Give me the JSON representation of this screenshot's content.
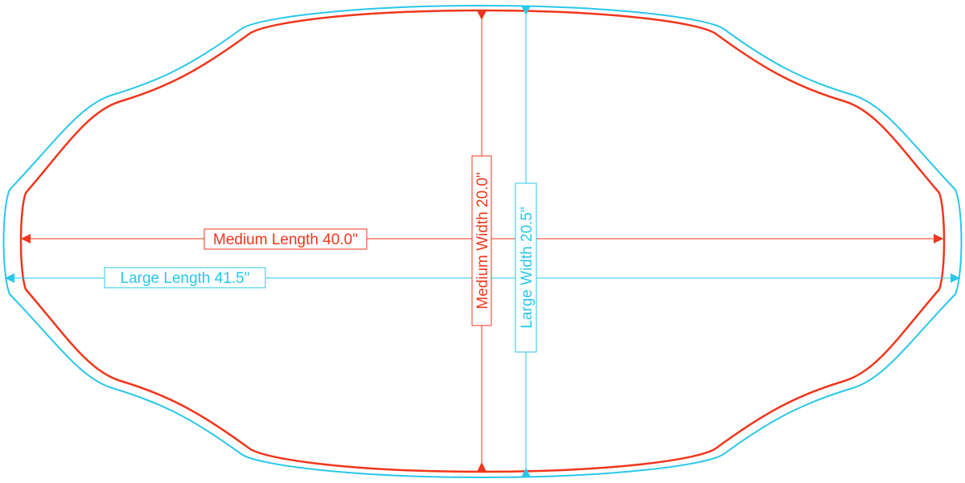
{
  "colors": {
    "medium": "#f0361c",
    "large": "#29c7ea",
    "background": "#ffffff"
  },
  "labels": {
    "medium_length": "Medium Length 40.0\"",
    "large_length": "Large Length 41.5\"",
    "medium_width": "Medium Width 20.0\"",
    "large_width": "Large Width 20.5\""
  },
  "dimensions": {
    "medium": {
      "length_in": 40.0,
      "width_in": 20.0
    },
    "large": {
      "length_in": 41.5,
      "width_in": 20.5
    }
  }
}
